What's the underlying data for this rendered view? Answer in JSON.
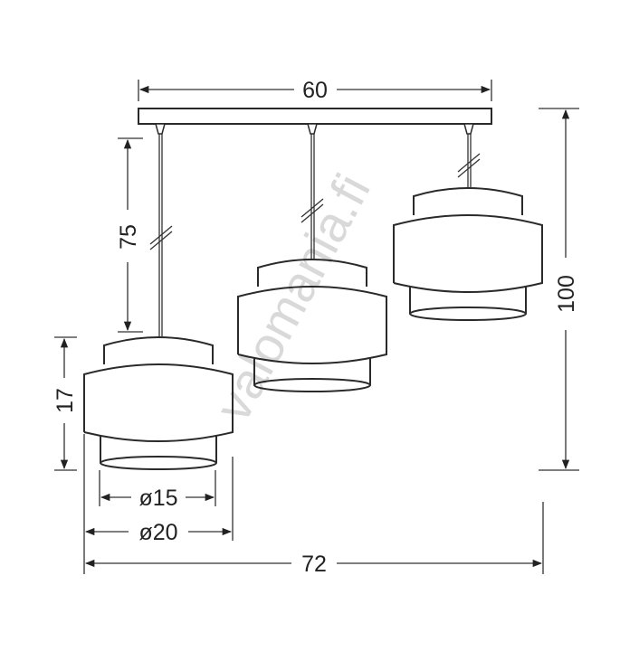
{
  "watermark": "valomania.fi",
  "dimensions": {
    "canopy_length": "60",
    "cord_length": "75",
    "shade_height": "17",
    "total_height": "100",
    "inner_diameter": "ø15",
    "outer_diameter": "ø20",
    "total_width": "72"
  },
  "lamps": [
    {
      "name": "lamp-left"
    },
    {
      "name": "lamp-middle"
    },
    {
      "name": "lamp-right"
    }
  ],
  "colors": {
    "line": "#2a2a2a",
    "watermark": "#d9d9d9"
  }
}
